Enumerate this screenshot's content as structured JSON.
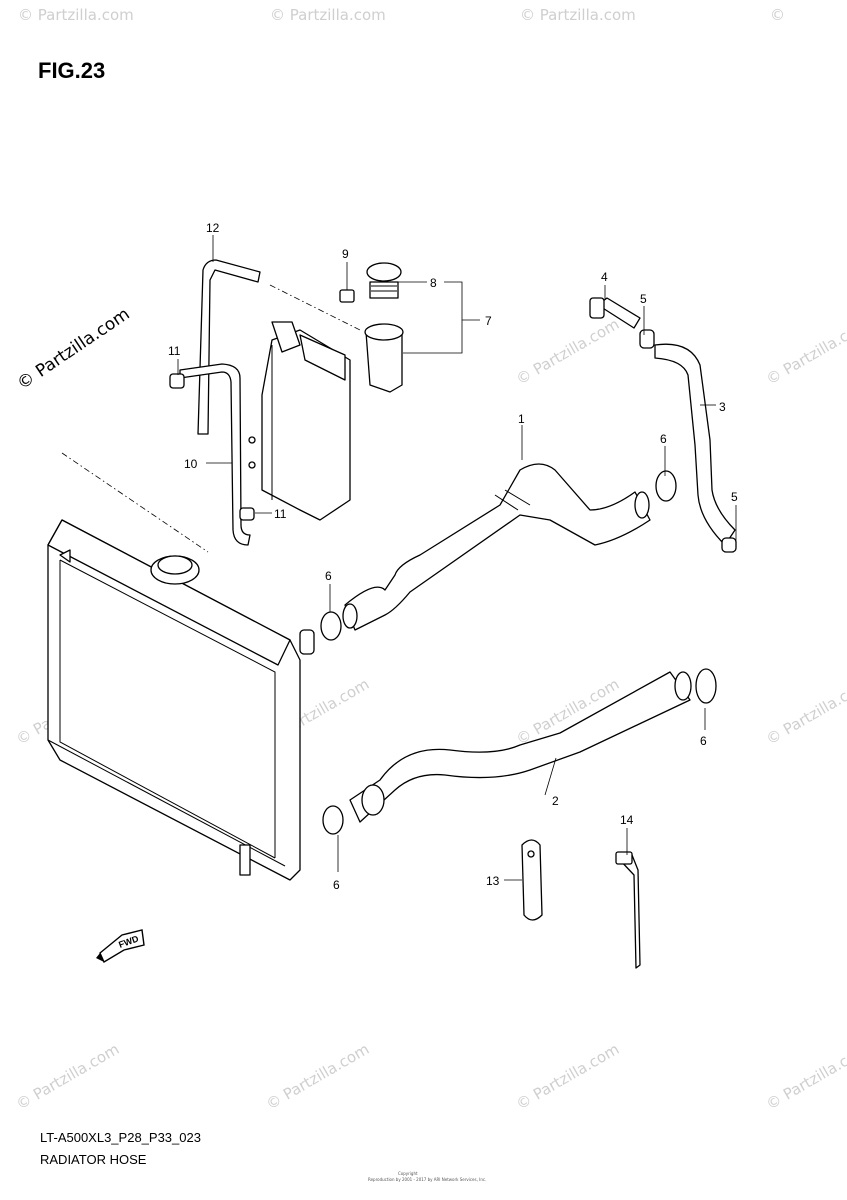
{
  "figure": {
    "title": "FIG.23"
  },
  "callouts": {
    "c1": "1",
    "c2": "2",
    "c3": "3",
    "c4": "4",
    "c5a": "5",
    "c5b": "5",
    "c6a": "6",
    "c6b": "6",
    "c6c": "6",
    "c6d": "6",
    "c7": "7",
    "c8": "8",
    "c9": "9",
    "c10": "10",
    "c11a": "11",
    "c11b": "11",
    "c12": "12",
    "c13": "13",
    "c14": "14"
  },
  "watermark": {
    "brand": "© Partzilla.com",
    "short": "© Partzilla.com",
    "dotcom": "Partzilla.com",
    "symbol": "©"
  },
  "fwd_label": "FWD",
  "footer": {
    "model_code": "LT-A500XL3_P28_P33_023",
    "section_name": "RADIATOR HOSE",
    "copyright_line1": "Copyright",
    "copyright_line2": "Reproduction by 2001 - 2017 by ARI Network Services, Inc."
  }
}
